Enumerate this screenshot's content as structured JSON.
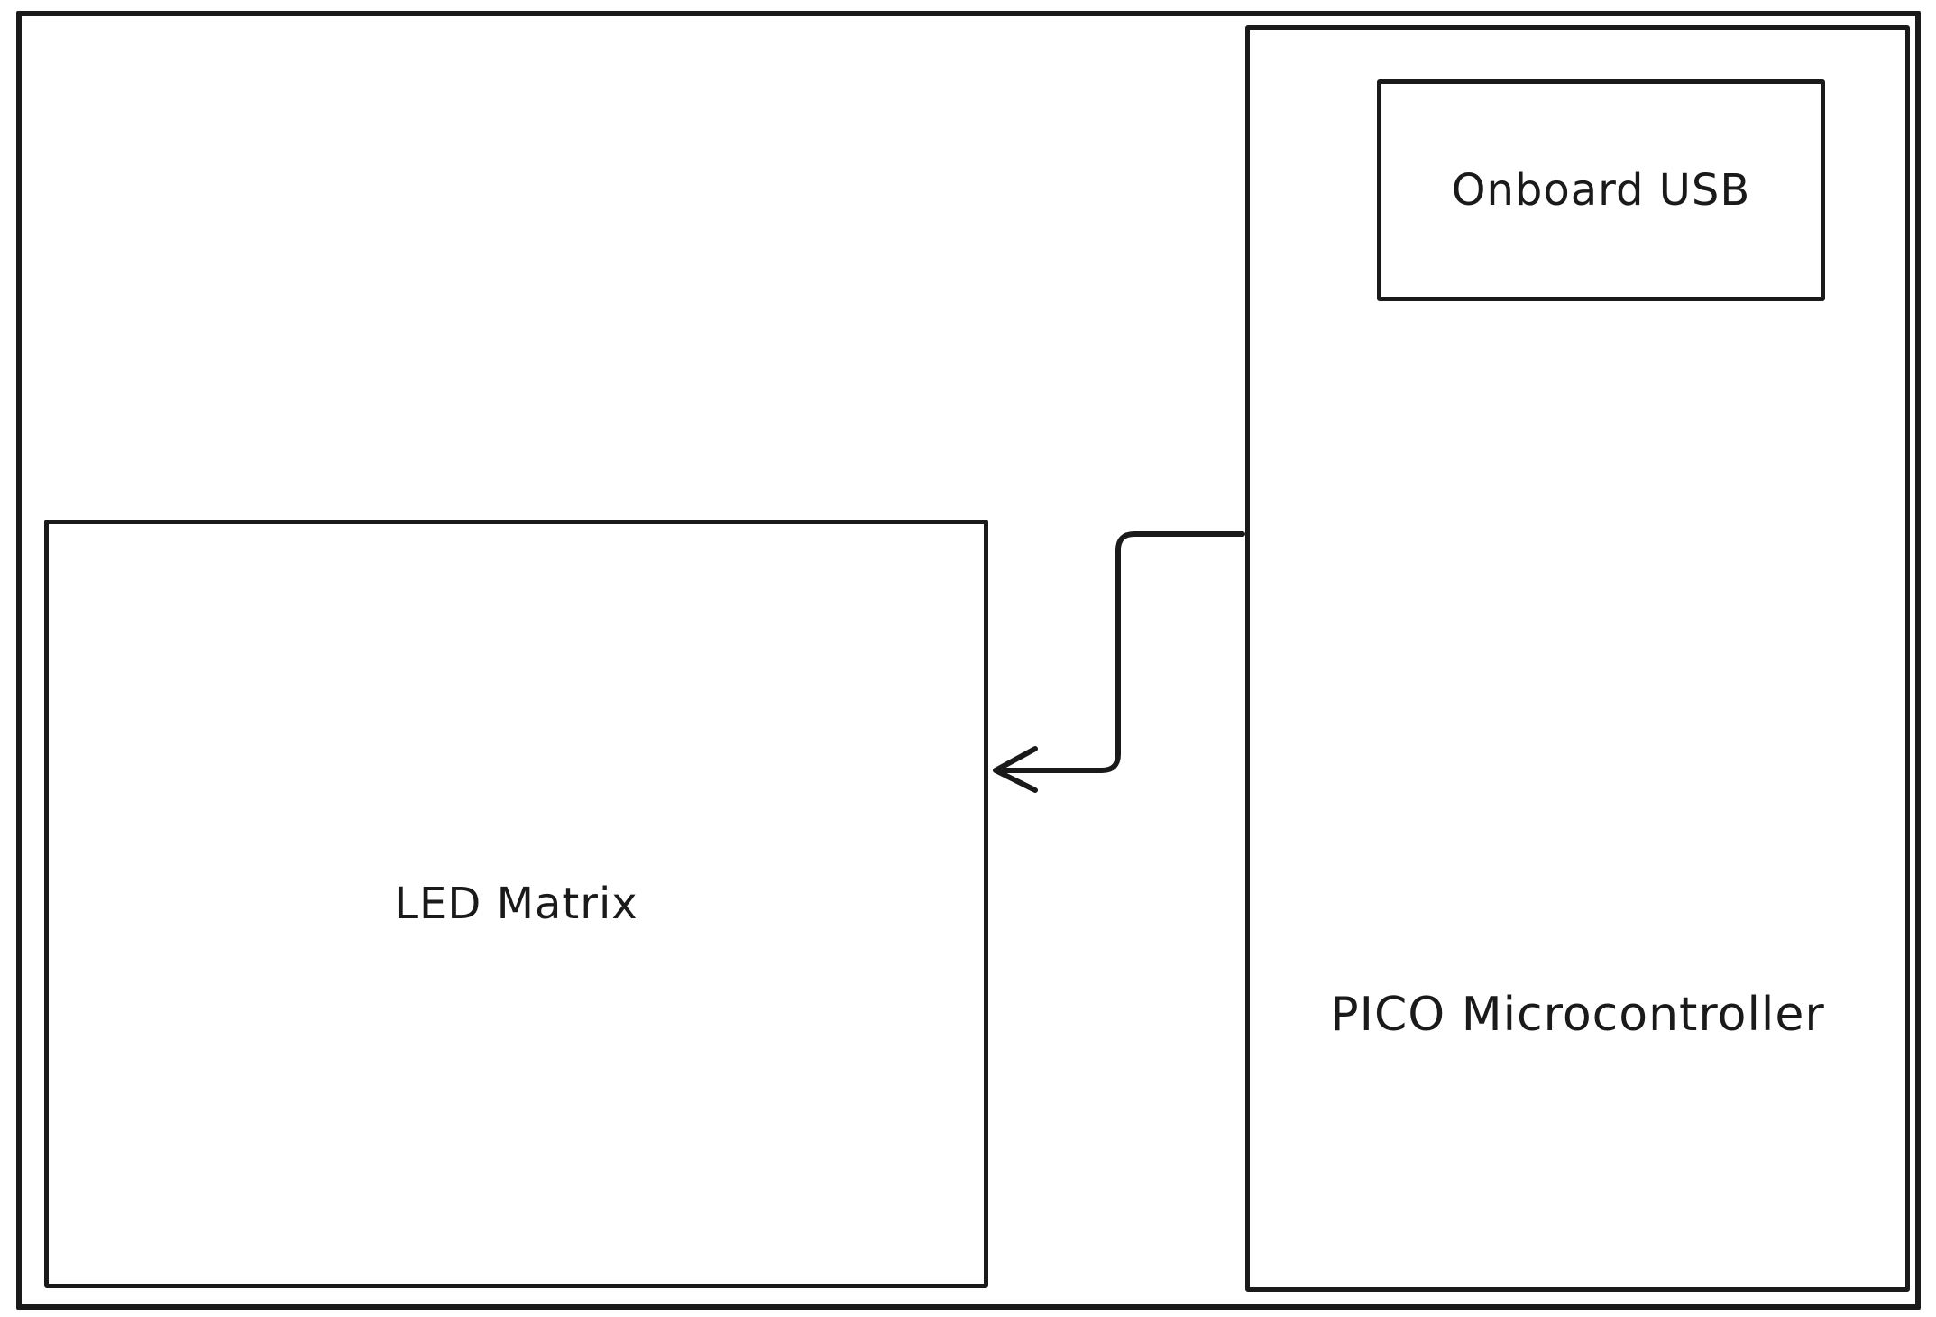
{
  "diagram": {
    "nodes": {
      "led_matrix": {
        "label": "LED Matrix"
      },
      "pico": {
        "label": "PICO Microcontroller"
      },
      "onboard_usb": {
        "label": "Onboard USB"
      }
    },
    "edges": [
      {
        "from": "pico",
        "to": "led_matrix",
        "type": "arrow"
      }
    ],
    "colors": {
      "stroke": "#1a1a1a",
      "background": "#ffffff"
    }
  }
}
